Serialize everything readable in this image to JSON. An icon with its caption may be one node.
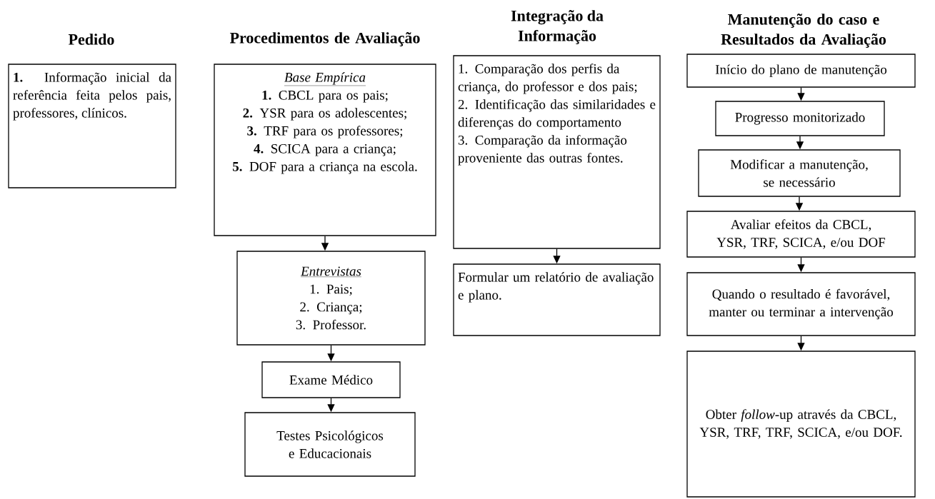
{
  "diagram": {
    "nodes": [
      {
        "text": [
          "**1.** Informação inicial da referência feita pelos pais, professores, clínicos."
        ]
      },
      {
        "text": [
          "Base Empírica",
          "**1.** CBCL para os pais;",
          "**2.** YSR para os adolescentes;",
          "**3.** TRF para os professores;",
          "**4.** SCICA para a criança;",
          "**5.** DOF para a criança na escola."
        ]
      },
      {
        "text": [
          "Entrevistas",
          "1. Pais;",
          "2. Criança;",
          "3. Professor."
        ]
      },
      {
        "text": [
          "Exame Médico"
        ]
      },
      {
        "text": [
          "Testes Psicológicos e Educacionais"
        ]
      },
      {
        "text": [
          "1. Comparação dos perfis da criança, do professor e dos pais;",
          "2. Identificação das similaridades e diferenças do comportamento",
          "3. Comparação da informação proveniente das outras fontes."
        ]
      },
      {
        "text": [
          "Formular um relatório de avaliação e plano."
        ]
      },
      {
        "text": [
          "Início do plano de manutenção"
        ]
      },
      {
        "text": [
          "Progresso monitorizado"
        ]
      },
      {
        "text": [
          "Modificar a manutenção, se necessário"
        ]
      },
      {
        "text": [
          "Avaliar efeitos da CBCL, YSR, TRF, SCICA, e/ou DOF"
        ]
      },
      {
        "text": [
          "Quando o resultado é favorável, manter ou terminar a intervenção"
        ]
      },
      {
        "text": [
          "Obter *follow*-up através da CBCL, YSR, TRF, TRF, SCICA, e/ou DOF."
        ]
      }
    ],
    "edges": [
      {
        "from": 1,
        "to": 2,
        "arrow": "to"
      },
      {
        "from": 2,
        "to": 3,
        "arrow": "to"
      },
      {
        "from": 3,
        "to": 4,
        "arrow": "to"
      },
      {
        "from": 5,
        "to": 6,
        "arrow": "to"
      },
      {
        "from": 7,
        "to": 8,
        "arrow": "to"
      },
      {
        "from": 8,
        "to": 9,
        "arrow": "to"
      },
      {
        "from": 9,
        "to": 10,
        "arrow": "to"
      },
      {
        "from": 10,
        "to": 11,
        "arrow": "to"
      },
      {
        "from": 11,
        "to": 12,
        "arrow": "to"
      }
    ],
    "labels": [
      "Pedido",
      "Procedimentos de Avaliação",
      "Integração da Informação",
      "Manutenção do caso e Resultados da Avaliação"
    ]
  }
}
